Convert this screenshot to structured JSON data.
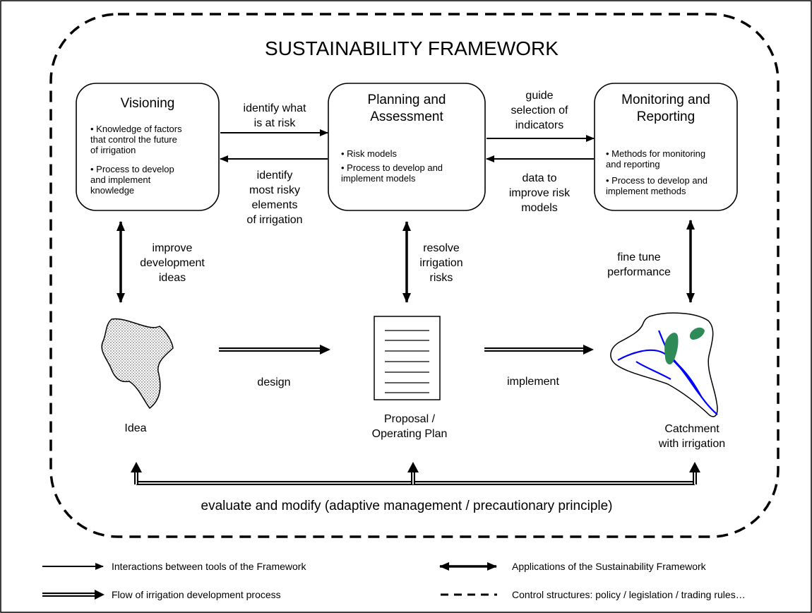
{
  "title": "SUSTAINABILITY FRAMEWORK",
  "boxes": {
    "visioning": {
      "title": [
        "Visioning"
      ],
      "bullets": [
        [
          "• Knowledge of factors",
          "that control the future",
          "of irrigation"
        ],
        [
          "• Process to develop",
          "and implement",
          "knowledge"
        ]
      ]
    },
    "planning": {
      "title": [
        "Planning and",
        "Assessment"
      ],
      "bullets": [
        [
          "• Risk models"
        ],
        [
          "• Process to develop and",
          "implement models"
        ]
      ]
    },
    "monitoring": {
      "title": [
        "Monitoring and",
        "Reporting"
      ],
      "bullets": [
        [
          "• Methods for monitoring",
          "and reporting"
        ],
        [
          "• Process to develop and",
          "implement methods"
        ]
      ]
    }
  },
  "labels": {
    "identify_what": [
      "identify what",
      "is at risk"
    ],
    "identify_most": [
      "identify",
      "most risky",
      "elements",
      "of irrigation"
    ],
    "guide": [
      "guide",
      "selection of",
      "indicators"
    ],
    "data_to": [
      "data to",
      "improve risk",
      "models"
    ],
    "improve": [
      "improve",
      "development",
      "ideas"
    ],
    "resolve": [
      "resolve",
      "irrigation",
      "risks"
    ],
    "fine_tune": [
      "fine tune",
      "performance"
    ],
    "design": [
      "design"
    ],
    "implement": [
      "implement"
    ],
    "idea": [
      "Idea"
    ],
    "proposal": [
      "Proposal /",
      "Operating Plan"
    ],
    "catchment": [
      "Catchment",
      "with irrigation"
    ],
    "evaluate": [
      "evaluate and modify (adaptive management / precautionary principle)"
    ]
  },
  "legend": {
    "interactions": "Interactions between tools of the Framework",
    "applications": "Applications of the Sustainability Framework",
    "flow": "Flow of irrigation development process",
    "control": "Control structures: policy / legislation / trading rules…"
  },
  "colors": {
    "river": "#0000ff",
    "patch": "#2e8b57"
  }
}
